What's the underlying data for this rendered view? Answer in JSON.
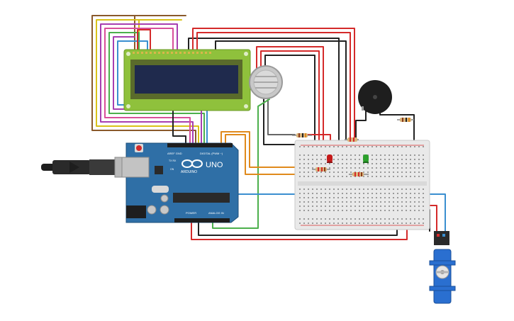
{
  "board": {
    "brand": "ARDUINO",
    "model": "UNO",
    "header_digital": "DIGITAL (PWM ~)",
    "header_power": "POWER",
    "header_analog": "ANALOG IN",
    "aref_gnd": "AREF GND",
    "tx_rx": "TX RX",
    "on_label": "ON"
  },
  "components": {
    "lcd": "lcd-16x2",
    "gas_sensor": "gas-sensor",
    "buzzer": "piezo-buzzer",
    "servo": "micro-servo",
    "leds": [
      "red",
      "green"
    ],
    "resistor_count": 5
  },
  "colors": {
    "board_blue": "#2f6fa6",
    "lcd_green": "#8fc13c",
    "lcd_screen": "#1f2a4d",
    "breadboard": "#e9e9e9",
    "wire_red": "#d42a2a",
    "wire_black": "#222222",
    "wire_orange": "#e08a1c",
    "wire_green": "#4cb04c",
    "wire_blue": "#3a8fd0",
    "wire_purple": "#a73fb0",
    "wire_brown": "#8a5a2b",
    "wire_yellow": "#d9c21a",
    "wire_pink": "#d84f9a",
    "servo_blue": "#2a6fd0"
  }
}
